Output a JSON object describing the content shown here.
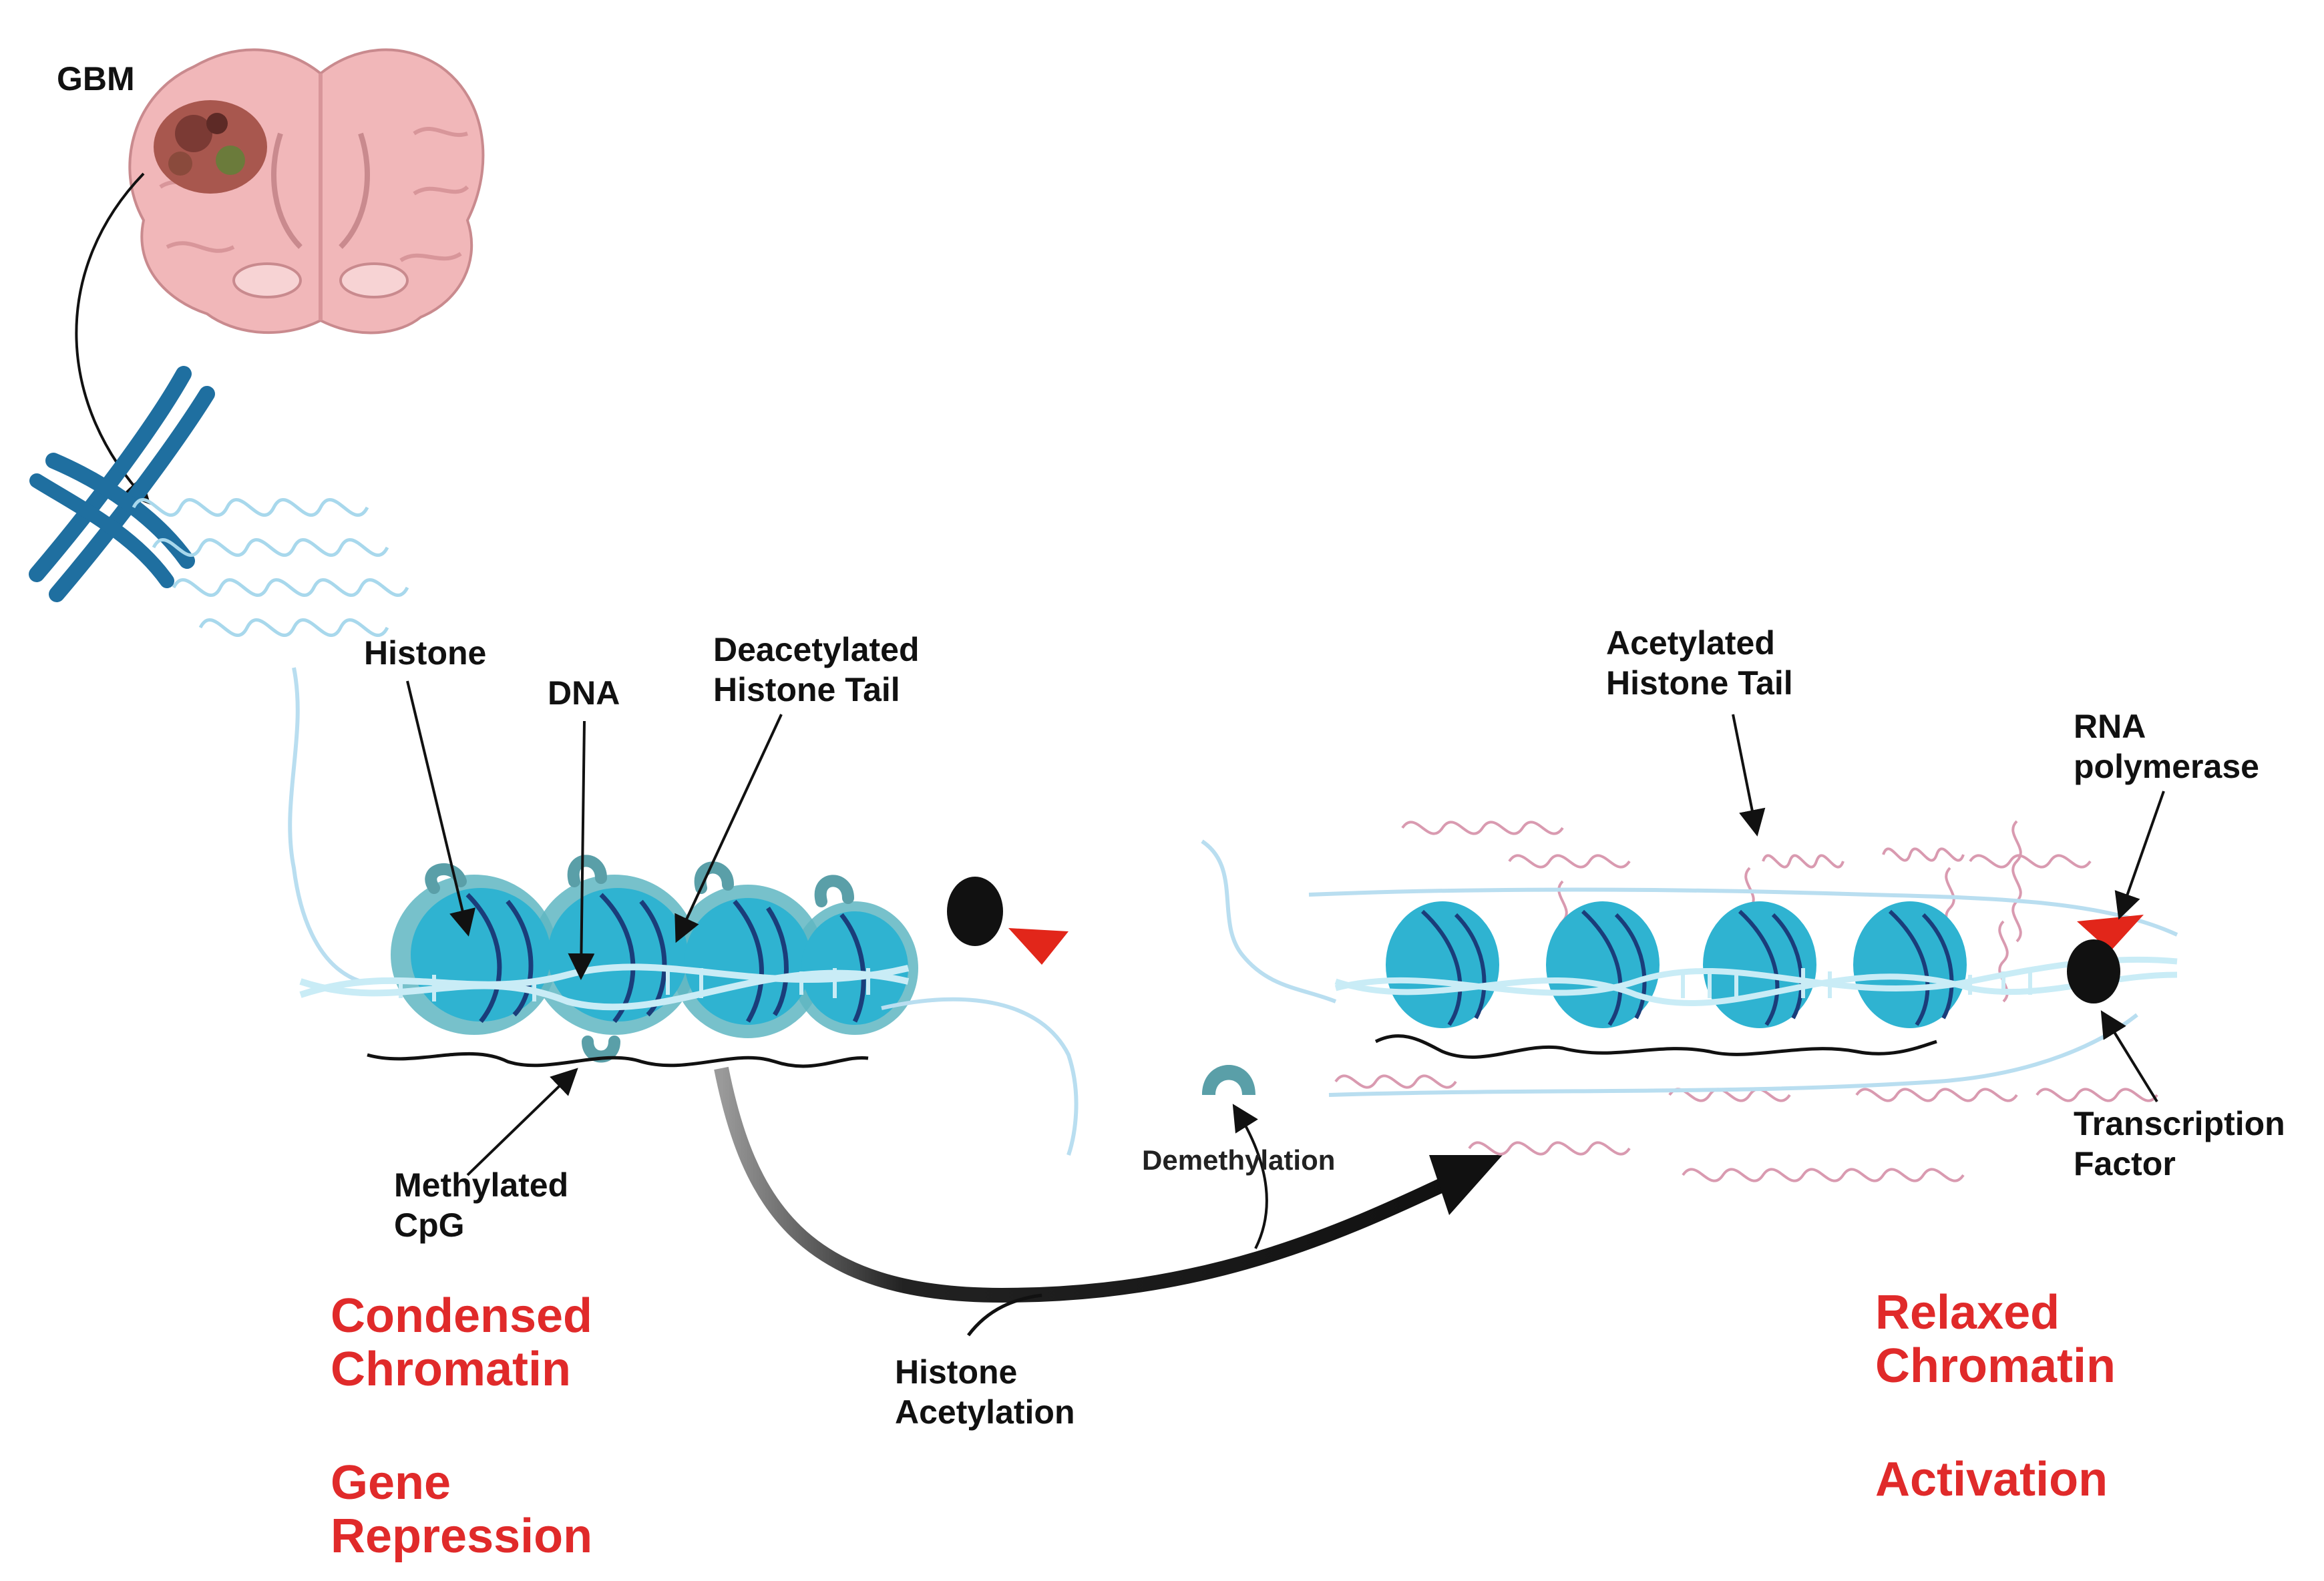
{
  "labels": {
    "gbm": "GBM",
    "histone": "Histone",
    "dna": "DNA",
    "deacetylated_1": "Deacetylated",
    "deacetylated_2": "Histone Tail",
    "methylated_1": "Methylated",
    "methylated_2": "CpG",
    "acetylated_1": "Acetylated",
    "acetylated_2": "Histone Tail",
    "rna_pol_1": "RNA",
    "rna_pol_2": "polymerase",
    "tf_1": "Transcription",
    "tf_2": "Factor",
    "demethylation": "Demethylation",
    "histone_acetylation_1": "Histone",
    "histone_acetylation_2": "Acetylation"
  },
  "states": {
    "condensed_1": "Condensed",
    "condensed_2": "Chromatin",
    "repression_1": "Gene",
    "repression_2": "Repression",
    "relaxed_1": "Relaxed",
    "relaxed_2": "Chromatin",
    "activation": "Activation"
  },
  "colors": {
    "state_text": "#e02a2a",
    "nucleosome": "#2fb3d1",
    "nucleosome_dark": "#1a6f8f",
    "chromosome": "#1f6fa0",
    "dna_light": "#b9def0",
    "brain": "#f1b7b9",
    "tail_pink": "#d99ab0",
    "arrow": "#111111",
    "rna_pol": "#e2261a"
  }
}
